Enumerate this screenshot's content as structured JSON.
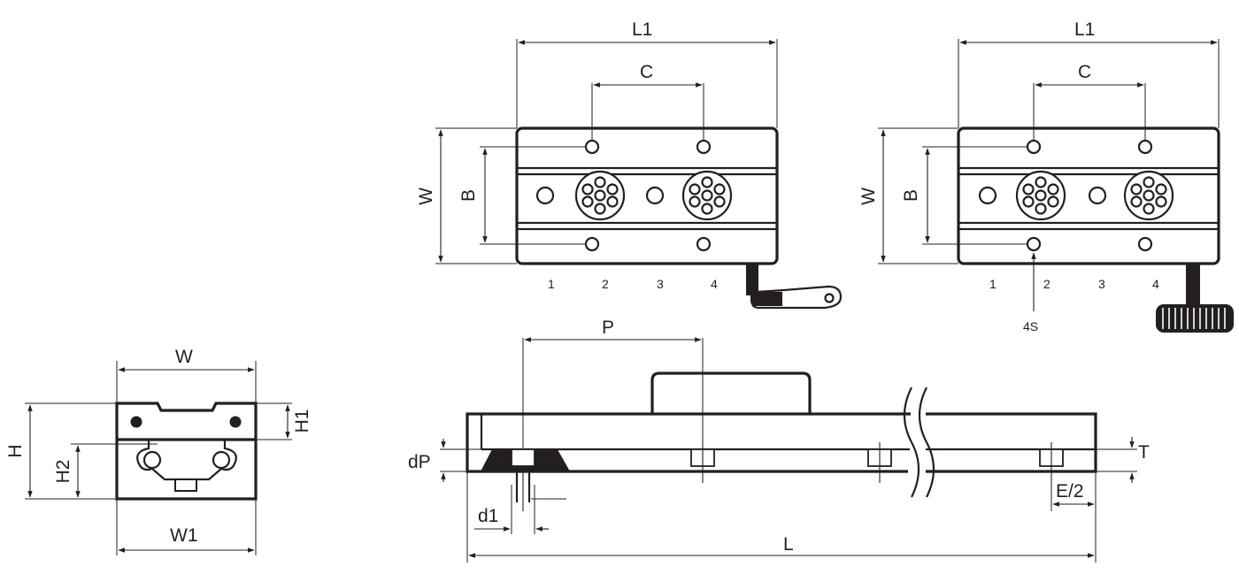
{
  "labels": {
    "L1": "L1",
    "C": "C",
    "W": "W",
    "B": "B",
    "P": "P",
    "L": "L",
    "T": "T",
    "dP": "dP",
    "E2": "E/2",
    "d1": "d1",
    "H": "H",
    "H2": "H2",
    "H1": "H1",
    "W1": "W1",
    "S4": "4S"
  },
  "positions": [
    "1",
    "2",
    "3",
    "4"
  ],
  "colors": {
    "line": "#231f20",
    "background": "#ffffff"
  }
}
